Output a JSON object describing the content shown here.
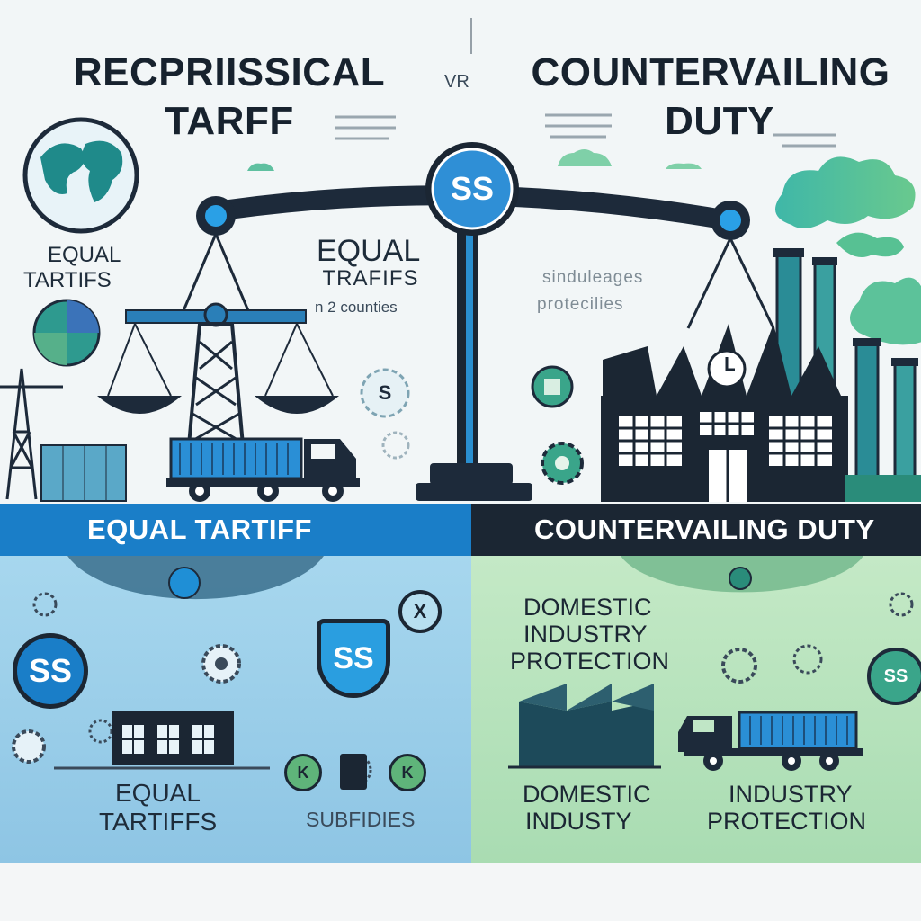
{
  "header": {
    "left_title_line1": "RECPRIISSICAL",
    "left_title_line2": "TARFF",
    "vs": "VR",
    "right_title_line1": "COUNTERVAILING",
    "right_title_line2": "DUTY"
  },
  "scale": {
    "center_badge": "SS",
    "left_caption_line1": "EQUAL",
    "left_caption_line2": "TRAFIFS",
    "left_caption_line3": "n 2 counties",
    "left_coin": "S",
    "right_caption_line1": "sinduleages",
    "right_caption_line2": "protecilies"
  },
  "left_top": {
    "caption_line1": "EQUAL",
    "caption_line2": "TARTIFS"
  },
  "bands": {
    "left": "EQUAL TARTIFF",
    "right": "COUNTERVAILING DUTY"
  },
  "left_panel": {
    "ss_circle": "SS",
    "shield": "SS",
    "x_badge": "X",
    "k_badge_1": "K",
    "k_badge_2": "K",
    "caption_line1": "EQUAL",
    "caption_line2": "TARTIFFS",
    "subsidies": "SUBFIDIES"
  },
  "right_panel": {
    "heading_line1": "DOMESTIC",
    "heading_line2": "INDUSTRY",
    "heading_line3": "PROTECTION",
    "ss_badge": "SS",
    "bottom_left_line1": "DOMESTIC",
    "bottom_left_line2": "INDUSTY",
    "bottom_right_line1": "INDUSTRY",
    "bottom_right_line2": "PROTECTION"
  },
  "colors": {
    "navy": "#1d2a3a",
    "accent_blue": "#1f8fd6",
    "teal": "#2a8c96",
    "left_panel_bg": "#9ecfe8",
    "right_panel_bg": "#b8e3bd",
    "band_left": "#1a7ec8",
    "band_right": "#1b2633"
  }
}
